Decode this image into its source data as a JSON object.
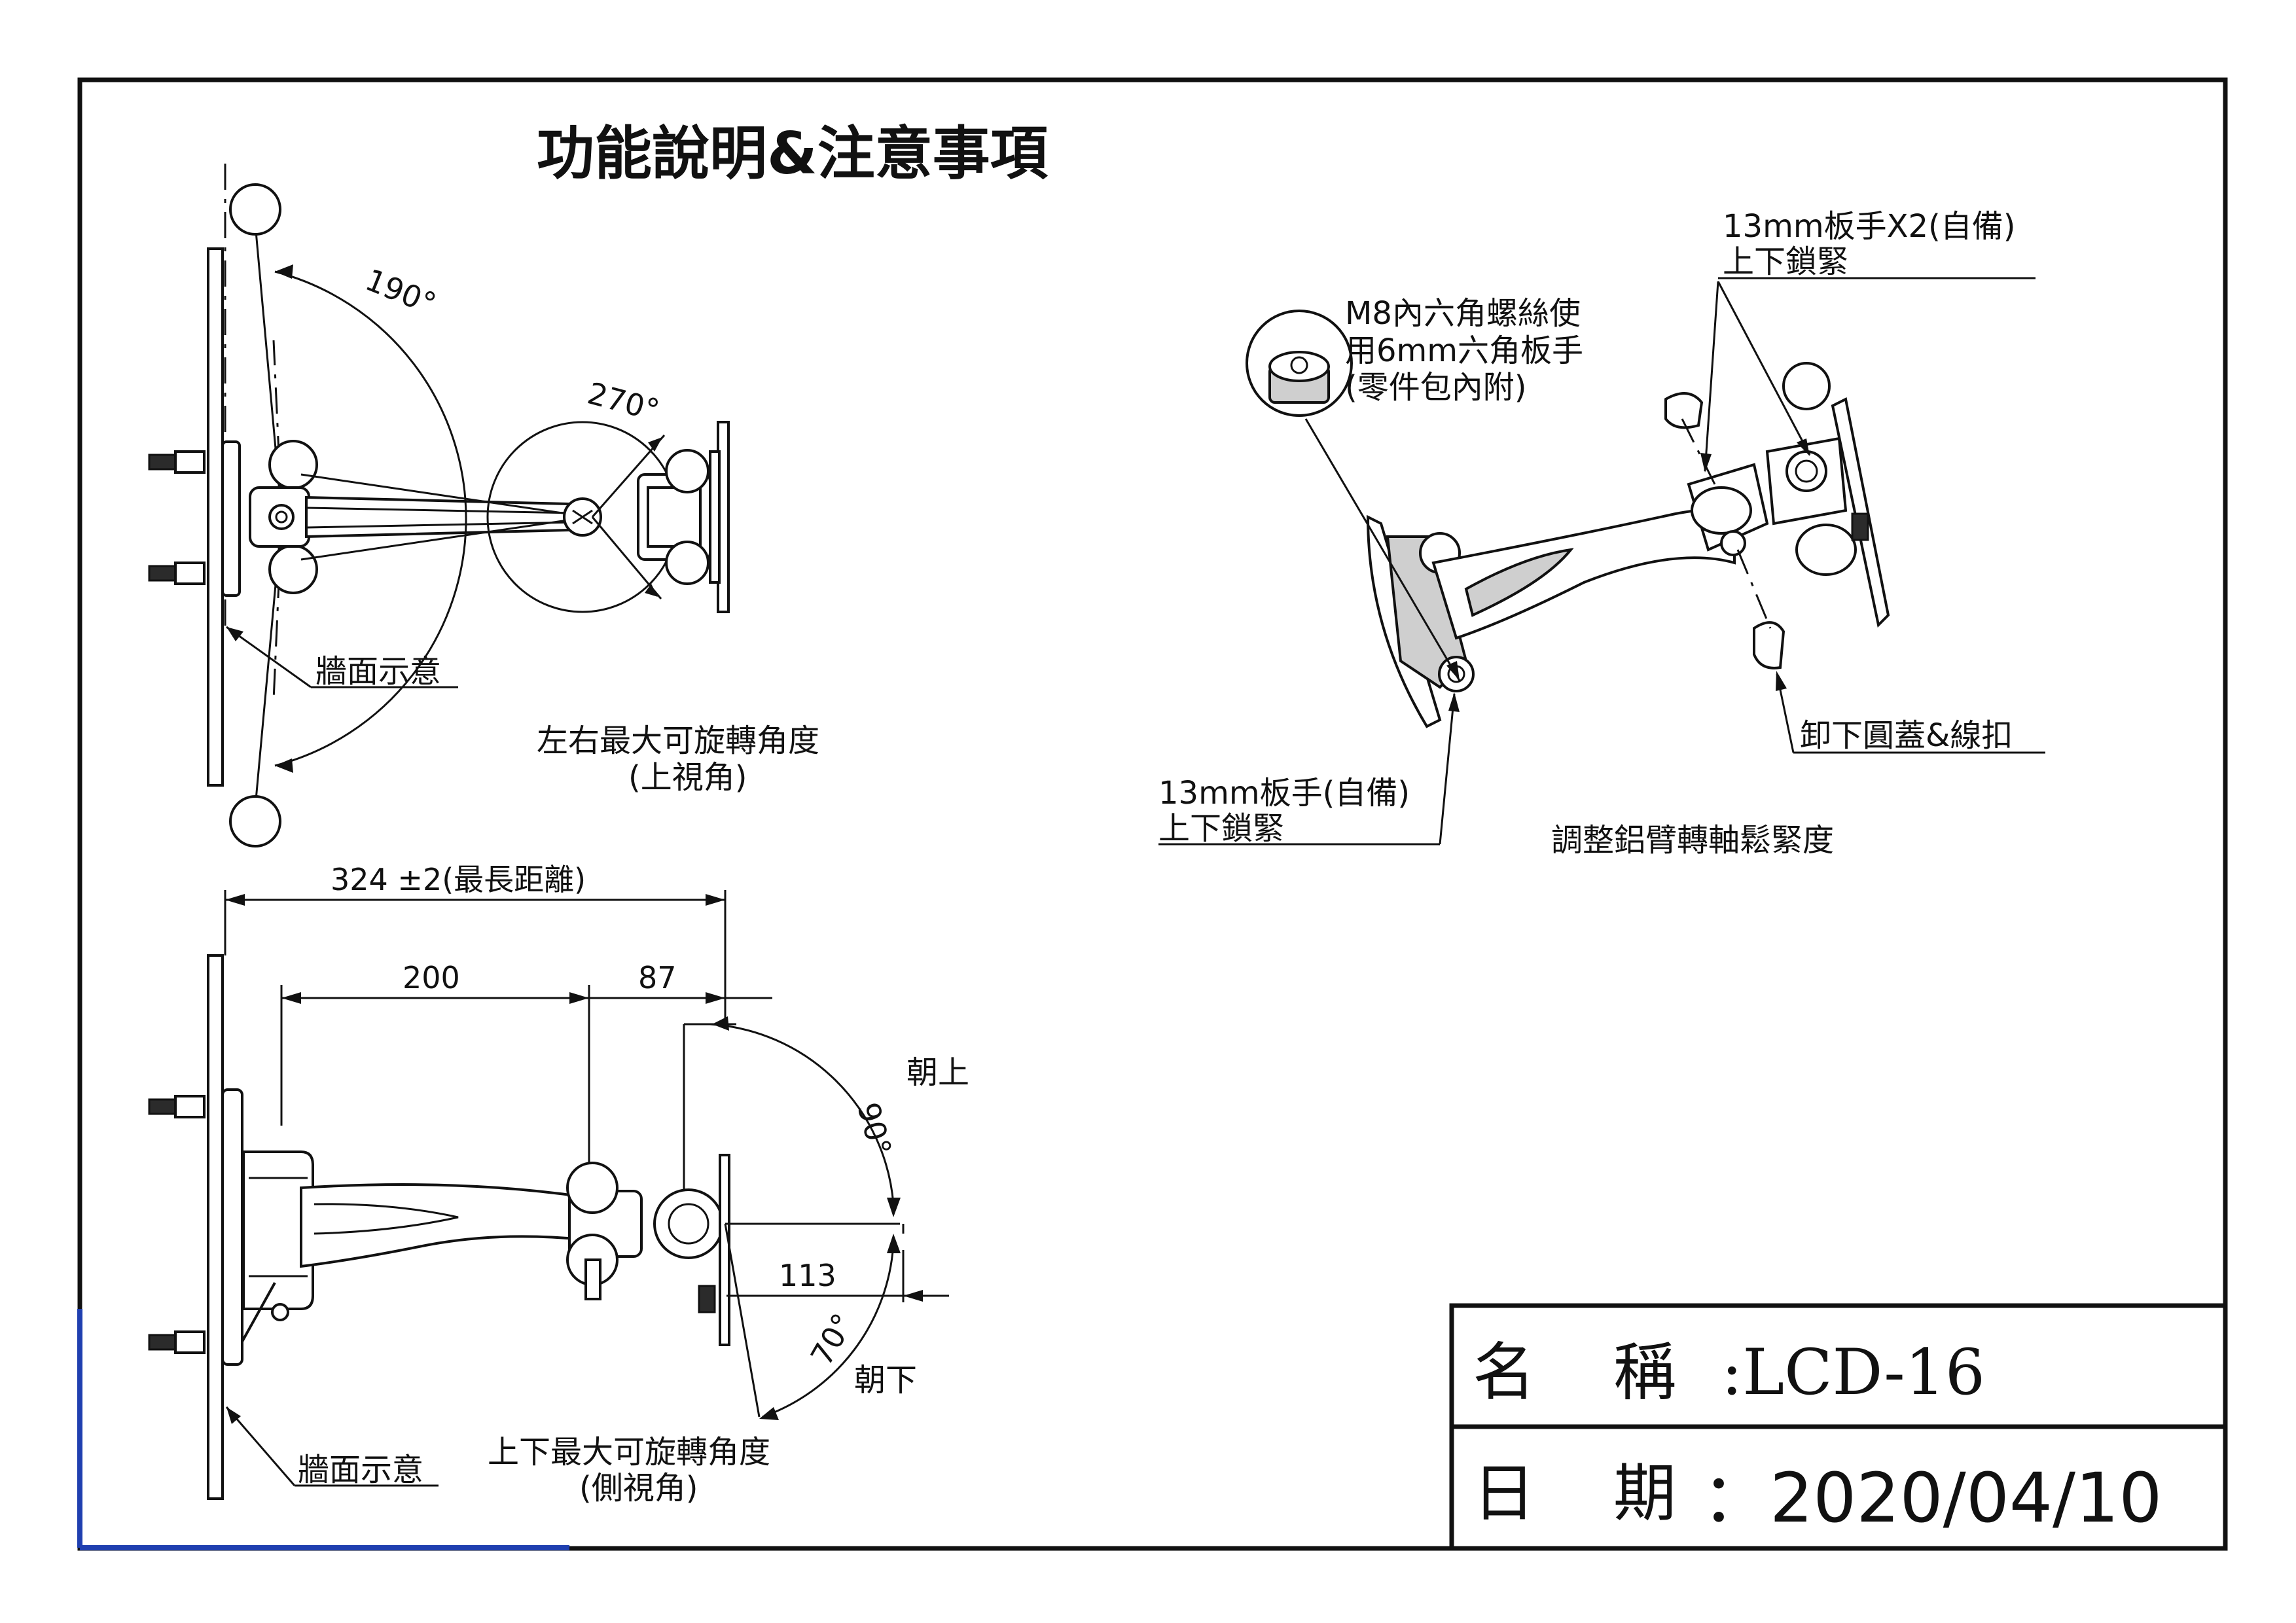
{
  "sheet_title": "功能說明&注意事項",
  "top_view": {
    "angle_190": "190°",
    "angle_270": "270°",
    "wall_label": "牆面示意",
    "caption_line1": "左右最大可旋轉角度",
    "caption_line2": "(上視角)"
  },
  "side_view": {
    "dim_total": "324 ±2(最長距離)",
    "dim_200": "200",
    "dim_87": "87",
    "dim_113": "113",
    "angle_up": "90°",
    "angle_down": "70°",
    "up_label": "朝上",
    "down_label": "朝下",
    "wall_label": "牆面示意",
    "caption_line1": "上下最大可旋轉角度",
    "caption_line2": "(側視角)"
  },
  "iso_view": {
    "wrench_top_line1": "13mm板手X2(自備)",
    "wrench_top_line2": "上下鎖緊",
    "hex_line1": "M8內六角螺絲使",
    "hex_line2": "用6mm六角板手",
    "hex_line3": "(零件包內附)",
    "wrench_bottom_line1": "13mm板手(自備)",
    "wrench_bottom_line2": "上下鎖緊",
    "cap_label": "卸下圓蓋&線扣",
    "caption": "調整鋁臂轉軸鬆緊度"
  },
  "title_block": {
    "name_label_1": "名",
    "name_label_2": "稱",
    "name_value": ":LCD-16",
    "date_label_1": "日",
    "date_label_2": "期",
    "date_value": "：2020/04/10"
  }
}
